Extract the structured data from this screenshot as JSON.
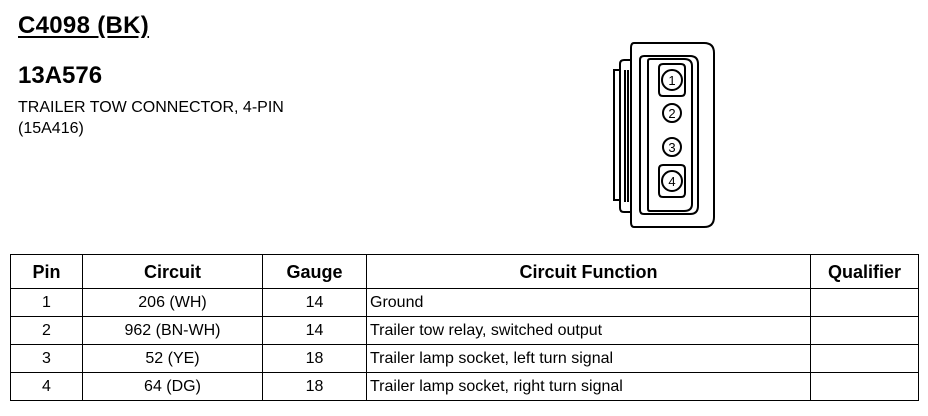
{
  "header": {
    "connector_id": "C4098 (BK)",
    "part_number": "13A576",
    "description": "TRAILER TOW CONNECTOR, 4-PIN",
    "ref_number": "(15A416)"
  },
  "diagram": {
    "pin_labels": [
      "1",
      "2",
      "3",
      "4"
    ]
  },
  "table": {
    "headers": {
      "pin": "Pin",
      "circuit": "Circuit",
      "gauge": "Gauge",
      "function": "Circuit Function",
      "qualifier": "Qualifier"
    },
    "rows": [
      {
        "pin": "1",
        "circuit": "206 (WH)",
        "gauge": "14",
        "function": "Ground",
        "qualifier": ""
      },
      {
        "pin": "2",
        "circuit": "962 (BN-WH)",
        "gauge": "14",
        "function": "Trailer tow relay, switched output",
        "qualifier": ""
      },
      {
        "pin": "3",
        "circuit": "52 (YE)",
        "gauge": "18",
        "function": "Trailer lamp socket, left turn signal",
        "qualifier": ""
      },
      {
        "pin": "4",
        "circuit": "64 (DG)",
        "gauge": "18",
        "function": "Trailer lamp socket, right turn signal",
        "qualifier": ""
      }
    ]
  }
}
